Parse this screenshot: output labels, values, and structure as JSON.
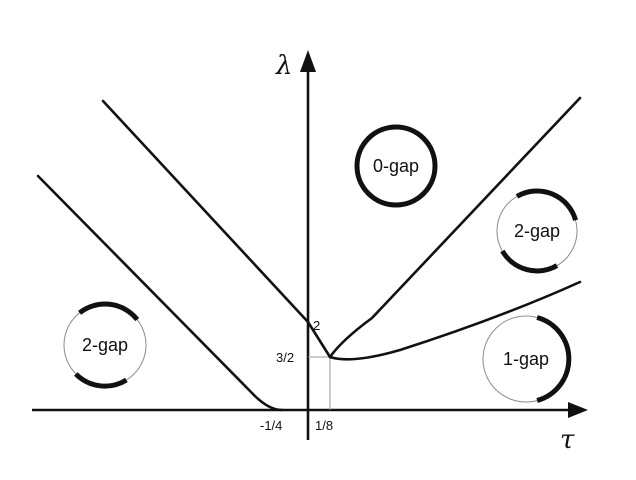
{
  "axes": {
    "x_symbol": "τ",
    "y_symbol": "λ"
  },
  "ticks": {
    "x": [
      "-1/4",
      "1/8"
    ],
    "y": [
      "2",
      "3/2"
    ]
  },
  "regions": {
    "top": "0-gap",
    "right_upper": "2-gap",
    "right_lower": "1-gap",
    "left": "2-gap"
  },
  "colors": {
    "line": "#111111",
    "guide": "#9a9a9a"
  }
}
